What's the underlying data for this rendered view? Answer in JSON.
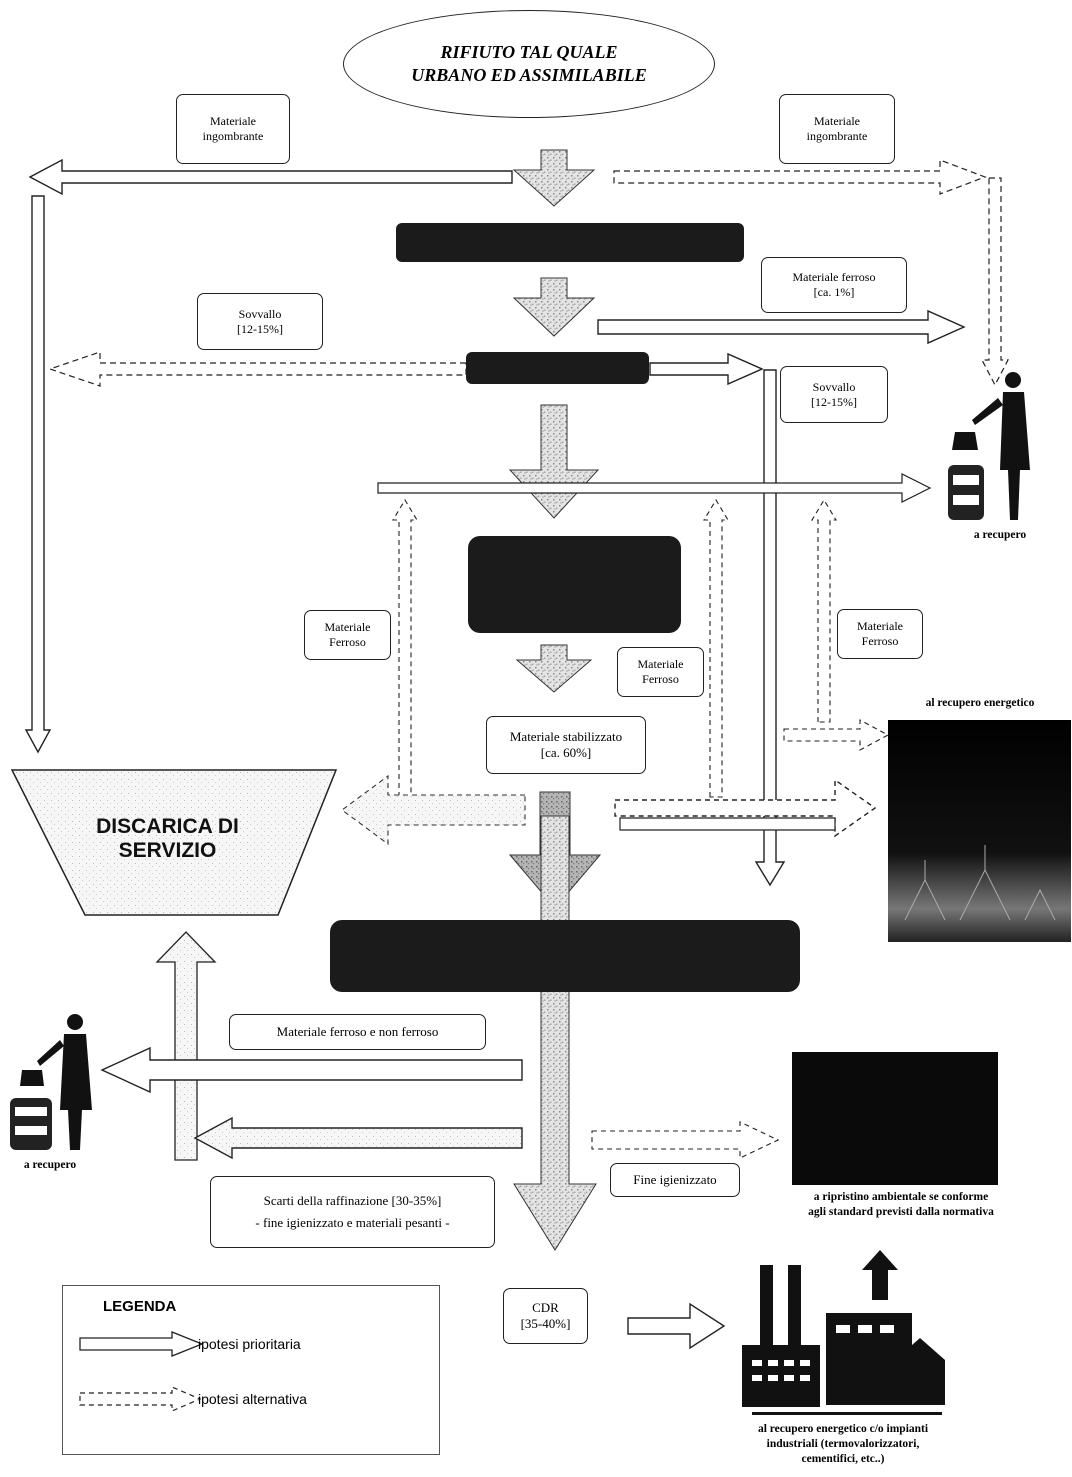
{
  "title_line1": "RIFIUTO TAL QUALE",
  "title_line2": "URBANO ED ASSIMILABILE",
  "boxes": {
    "ingombrante_left": [
      "Materiale",
      "ingombrante"
    ],
    "ingombrante_right": [
      "Materiale",
      "ingombrante"
    ],
    "ferroso_1": [
      "Materiale ferroso",
      "[ca. 1%]"
    ],
    "sovvallo_left": [
      "Sovvallo",
      "[12-15%]"
    ],
    "sovvallo_right": [
      "Sovvallo",
      "[12-15%]"
    ],
    "ferroso_left": [
      "Materiale",
      "Ferroso"
    ],
    "ferroso_mid": [
      "Materiale",
      "Ferroso"
    ],
    "ferroso_right": [
      "Materiale",
      "Ferroso"
    ],
    "stabilizzato": [
      "Materiale stabilizzato",
      "[ca. 60%]"
    ],
    "ferroso_non_ferroso": "Materiale ferroso e non ferroso",
    "fine_igienizzato": "Fine igienizzato",
    "scarti": [
      "Scarti della raffinazione [30-35%]",
      "- fine igienizzato e materiali pesanti -"
    ],
    "cdr": [
      "CDR",
      "[35-40%]"
    ]
  },
  "discarica": [
    "DISCARICA DI",
    "SERVIZIO"
  ],
  "captions": {
    "recupero_right": "a recupero",
    "recupero_left": "a recupero",
    "recupero_energetico": "al recupero energetico",
    "ripristino": [
      "a ripristino ambientale se conforme",
      "agli standard previsti dalla normativa"
    ],
    "industriali": [
      "al recupero energetico c/o impianti",
      "industriali (termovalorizzatori,",
      "cementifici, etc..)"
    ]
  },
  "legend": {
    "title": "LEGENDA",
    "prioritaria": "ipotesi prioritaria",
    "alternativa": "ipotesi alternativa"
  }
}
